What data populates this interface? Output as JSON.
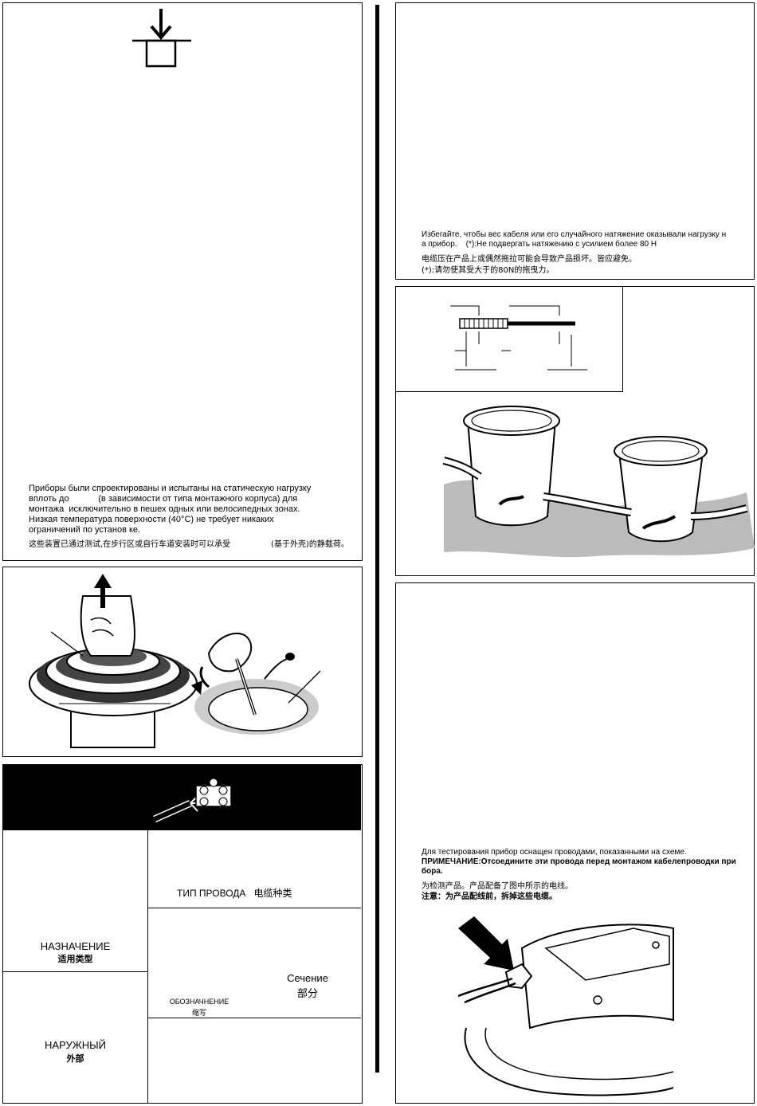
{
  "left_top": {
    "lines": [
      "Приборы были спроектированы и испытаны на статическую нагрузку",
      "вплоть до            (в зависимости от типа монтажного корпуса) для",
      "монтажа  исключительно в пешех одных или велосипедных зонах.",
      "Низкая температура поверхности (40°C) не требует никаких",
      "ограничений по установ ке."
    ],
    "cn_line": "这些装置已通过测试,在步行区或自行车道安装时可以承受                (基于外壳)的静载荷。"
  },
  "right_top": {
    "line1": "Избегайте, чтобы вес кабеля или его случайного натяжение оказывали нагрузку н",
    "line2": "а прибор.    (*):Не подвергать натяжению с усилием более 80 Н",
    "cn1": "电缆压在产品上或偶然拖拉可能会导致产品损坏。皆应避免。",
    "cn2": "(*):请勿使其受大于的80N的拖曳力。"
  },
  "right_bottom": {
    "line1": "Для тестирования прибор оснащен проводами, показанными на схеме.",
    "note1": "ПРИМЕЧАНИЕ:Отсоедините эти провода перед монтажом кабелепроводки при",
    "note2": "бора.",
    "cn1": "为检测产品。产品配备了图中所示的电线。",
    "cn2": "注意：为产品配线前，拆掉这些电缆。"
  },
  "table": {
    "wire_type_ru": "ТИП ПРОВОДА",
    "wire_type_cn": "电缆种类",
    "purpose_ru": "НАЗНАЧЕНИЕ",
    "purpose_cn": "适用类型",
    "section_ru": "Сечение",
    "section_cn": "部分",
    "designation_ru": "ОБОЗНАЧНЕНИЕ",
    "designation_cn": "缩写",
    "outdoor_ru": "НАРУЖНЫЙ",
    "outdoor_cn": "外部"
  }
}
